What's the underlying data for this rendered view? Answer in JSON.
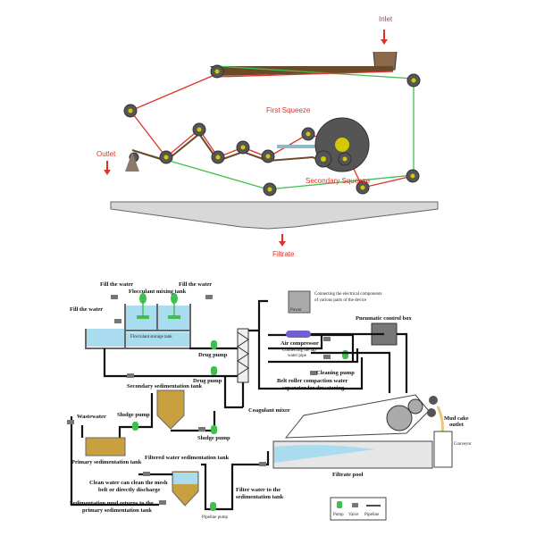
{
  "top_diagram": {
    "inlet": "Inlet",
    "outlet": "Outlet",
    "first_squeeze": "First Squeeze",
    "secondary_squeeze": "Secondary Squeeze",
    "filtrate": "Filtrate"
  },
  "process": {
    "fill_water_1": "Fill the water",
    "fill_water_2": "Fill the water",
    "fill_water_3": "Fill the water",
    "flocculant_mixing_tank": "Flocculant mixing tank",
    "flocculant_storage_tank": "Flocculant storage tank",
    "drug_pump_1": "Drug pump",
    "drug_pump_2": "Drug pump",
    "secondary_sedimentation_tank": "Secondary sedimentation tank",
    "coagulant_mixer": "Coagulant mixer",
    "wastewater": "Wastewater",
    "sludge_pump_1": "Sludge pump",
    "sludge_pump_2": "Sludge pump",
    "primary_sedimentation_tank": "Primary sedimentation tank",
    "filtered_water_sedimentation_tank": "Filtered water sedimentation tank",
    "clean_water_1": "Clean water can clean the mesh",
    "clean_water_2": "belt or directly discharge",
    "sed_mud_1": "Sedimentation mud returns to the",
    "sed_mud_2": "primary sedimentation tank",
    "pipeline_pump": "Pipeline pump",
    "filter_water_1": "Filter water to the",
    "filter_water_2": "sedimentation tank",
    "power": "Power",
    "power_note_1": "Connecting the electrical components",
    "power_note_2": "of various parts of the device",
    "pneumatic_control_box": "Pneumatic control box",
    "air_compressor": "Air compressor",
    "tap_pipe_1": "Connecting the tap",
    "tap_pipe_2": "water pipe",
    "cleaning_pump": "Cleaning pump",
    "belt_roller_1": "Belt roller compaction water",
    "belt_roller_2": "separator for dewatering",
    "mud_cake_1": "Mud cake",
    "mud_cake_2": "outlet",
    "conveyor": "Conveyor",
    "filtrate_pool": "Filtrate pool"
  },
  "legend": {
    "pump": "Pump",
    "valve": "Valve",
    "pipeline": "Pipeline"
  },
  "colors": {
    "red": "#e0302a",
    "green": "#3fbf4f",
    "water": "#a9dcef",
    "sludge": "#c8a040"
  }
}
